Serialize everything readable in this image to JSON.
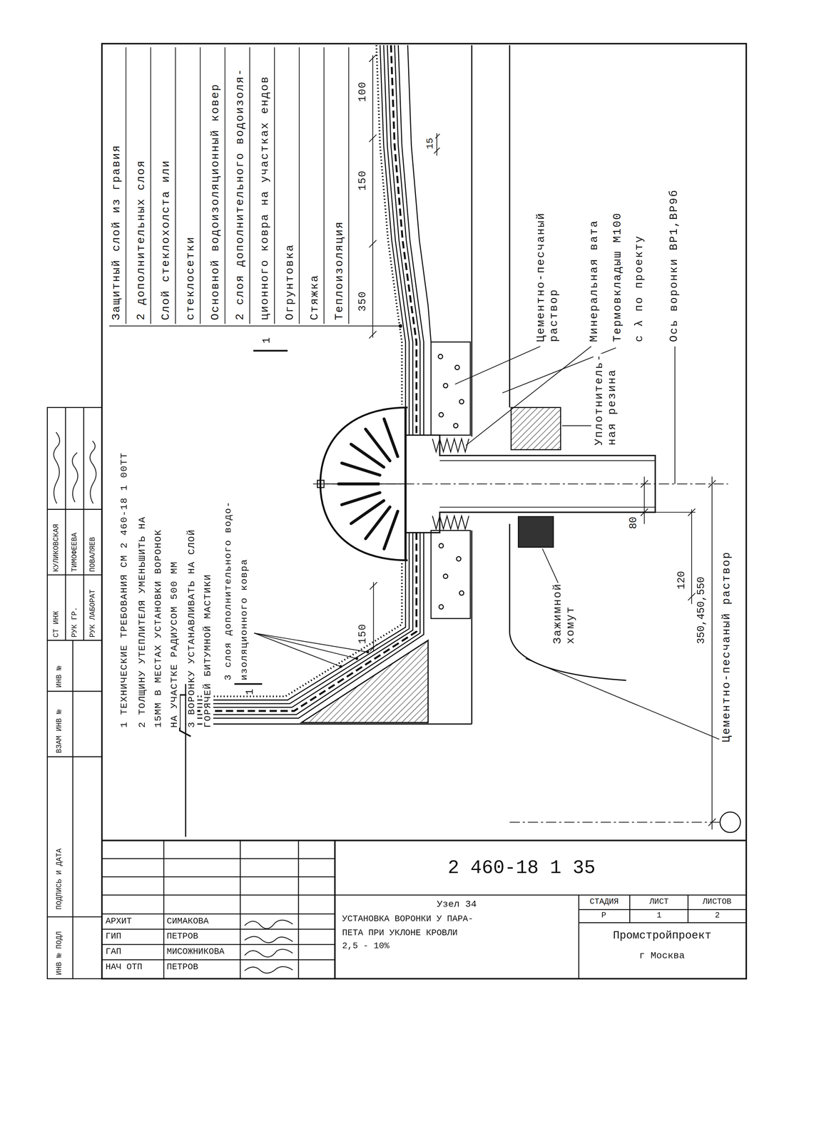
{
  "diagram": {
    "labels": [
      "Защитный слой из гравия",
      "2 дополнительных слоя",
      "Слой стеклохолста или",
      "стеклосетки",
      "Основной водоизоляционный ковер",
      "2 слоя дополнительного водоизоля-",
      "ционного ковра на участках ендов",
      "Огрунтовка",
      "Стяжка",
      "Теплоизоляция",
      "350",
      "150",
      "100",
      "15",
      "1",
      "Цементно-песчаный раствор",
      "Минеральная вата",
      "Термовкладыш М100",
      "с λ по проекту",
      "Ось воронки ВР1,ВР9б",
      "Уплотнитель- ная резина",
      "80",
      "120",
      "350,450,550",
      "Зажимной хомут",
      "Цементно-песчаный раствор",
      "3 слоя дополнительного водо- изоляционного ковра",
      "150",
      "1",
      "1 ТЕХНИЧЕСКИЕ ТРЕБОВАНИЯ СМ 2 460-18 1 00ТТ",
      "2 ТОЛЩИНУ УТЕПЛИТЕЛЯ УМЕНЬШИТЬ НА 15ММ В МЕСТАХ УСТАНОВКИ ВОРОНОК НА УЧАСТКЕ РАДИУСОМ 500 ММ",
      "3 ВОРОНКУ УСТАНАВЛИВАТЬ НА СЛОЙ ГОРЯЧЕЙ БИТУМНОЙ МАСТИКИ",
      "СТ ИНЖ",
      "КУЛИКОВСКАЯ",
      "РУК ГР.",
      "ТИМОФЕЕВА",
      "РУК ЛАБОРАТ",
      "ПОВАЛЯЕВ",
      "ИНВ № ПОДЛ",
      "ПОДПИСЬ И ДАТА",
      "ВЗАМ ИНВ №",
      "ИНВ №",
      "АРХИТ",
      "СИМАКОВА",
      "ГИП",
      "ПЕТРОВ",
      "ГАП",
      "МИСОЖНИКОВА",
      "НАЧ ОТП",
      "ПЕТРОВ",
      "2 460-18 1 35",
      "Узел 34",
      "УСТАНОВКА ВОРОНКИ У ПАРА- ПЕТА ПРИ УКЛОНЕ КРОВЛИ 2,5 - 10%",
      "СТАДИЯ",
      "ЛИСТ",
      "ЛИСТОВ",
      "Р",
      "1",
      "2",
      "Промстройпроект",
      "г Москва"
    ]
  }
}
